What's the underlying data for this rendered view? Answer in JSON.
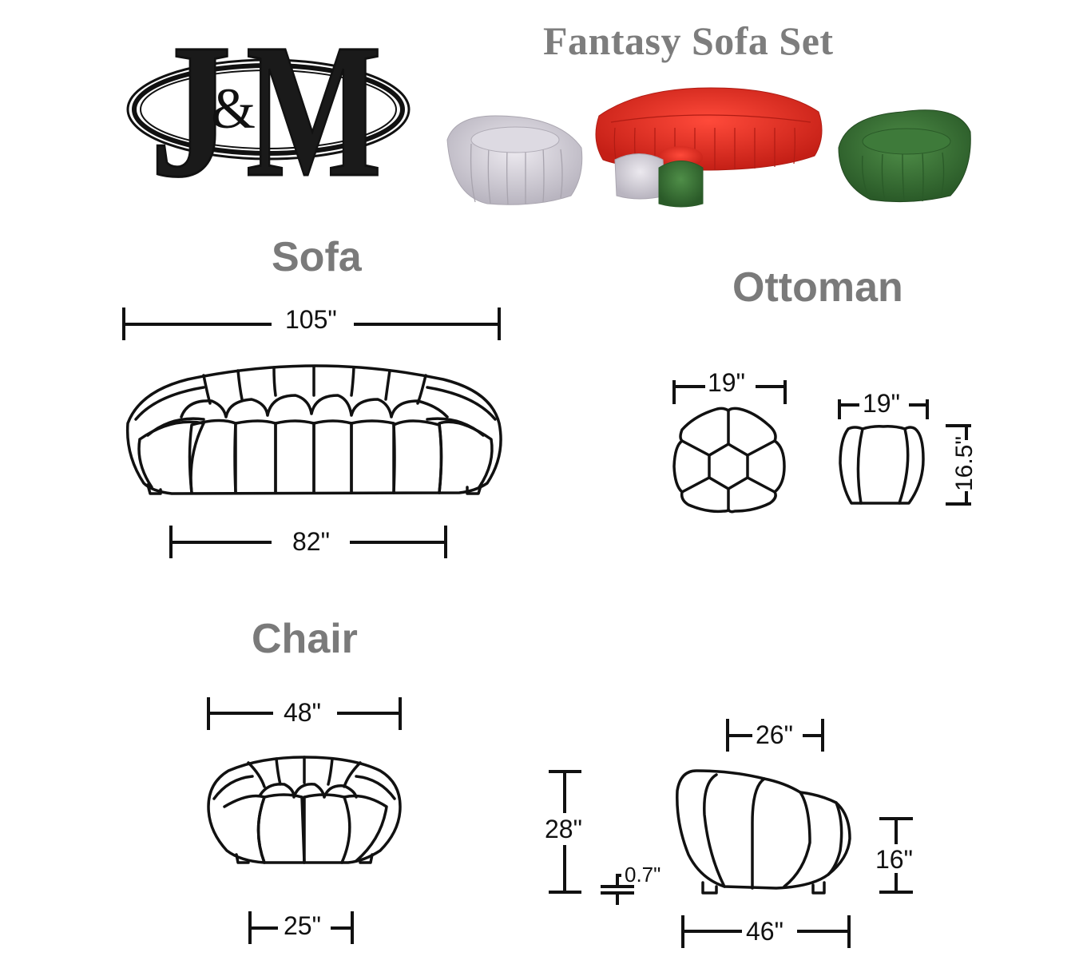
{
  "header": {
    "brand_logo": {
      "letters_left": "J",
      "ampersand": "&",
      "letters_right": "M"
    },
    "title": "Fantasy Sofa Set"
  },
  "product_photo": {
    "items": [
      {
        "name": "chair",
        "color": "#d8d4dc"
      },
      {
        "name": "sofa",
        "color": "#e8322a"
      },
      {
        "name": "ottoman",
        "color": "#d8d4dc"
      },
      {
        "name": "ottoman",
        "color": "#e8322a"
      },
      {
        "name": "ottoman",
        "color": "#3e7a3a"
      },
      {
        "name": "chair",
        "color": "#3e7a3a"
      }
    ]
  },
  "sections": {
    "sofa": {
      "label": "Sofa",
      "overall_width": "105\"",
      "base_width": "82\""
    },
    "ottoman": {
      "label": "Ottoman",
      "top_width": "19\"",
      "side_width": "19\"",
      "height": "16.5\""
    },
    "chair": {
      "label": "Chair",
      "overall_width": "48\"",
      "base_width": "25\"",
      "seat_depth": "26\"",
      "overall_height": "28\"",
      "leg_height": "0.7\"",
      "seat_height": "16\"",
      "overall_depth": "46\""
    }
  },
  "colors": {
    "title_gray": "#7d7d7d",
    "line_black": "#111111",
    "sofa_red": "#e8322a",
    "chair_lilac": "#d8d4dc",
    "chair_green": "#3e7a3a"
  }
}
